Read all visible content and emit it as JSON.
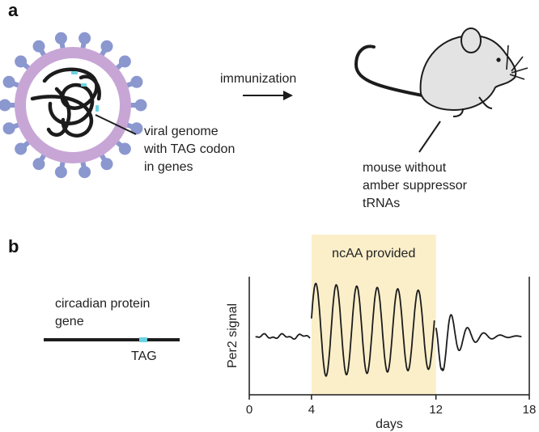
{
  "panel_a": {
    "label": "a",
    "arrow_label": "immunization",
    "virus_caption": [
      "viral genome",
      "with TAG codon",
      "in genes"
    ],
    "mouse_caption": [
      "mouse without",
      "amber suppressor",
      "tRNAs"
    ]
  },
  "panel_b": {
    "label": "b",
    "gene_caption": [
      "circadian protein",
      "gene"
    ],
    "codon_label": "TAG",
    "shade_label": "ncAA provided",
    "colors": {
      "shade": "#fbefca",
      "codon": "#6ad3e3",
      "virus_ring": "#c7a6d6",
      "spikes": "#8b97cf",
      "mouse": "#e3e3e3"
    }
  },
  "chart_data": {
    "type": "line",
    "ylabel": "Per2 signal",
    "xlabel": "days",
    "xlim": [
      0,
      18
    ],
    "x_ticks": [
      "0",
      "4",
      "12",
      "18"
    ],
    "shaded_region": {
      "x": [
        4,
        12
      ],
      "label": "ncAA provided"
    },
    "series": [
      {
        "segment": "before",
        "x_range": [
          0.4,
          3.9
        ],
        "behavior": "flat low-amplitude noise"
      },
      {
        "segment": "during",
        "x_range": [
          4.0,
          11.9
        ],
        "behavior": "sustained high-amplitude oscillation",
        "peaks": 6
      },
      {
        "segment": "after",
        "x_range": [
          12.0,
          17.5
        ],
        "behavior": "damped oscillation decaying to baseline"
      }
    ]
  }
}
